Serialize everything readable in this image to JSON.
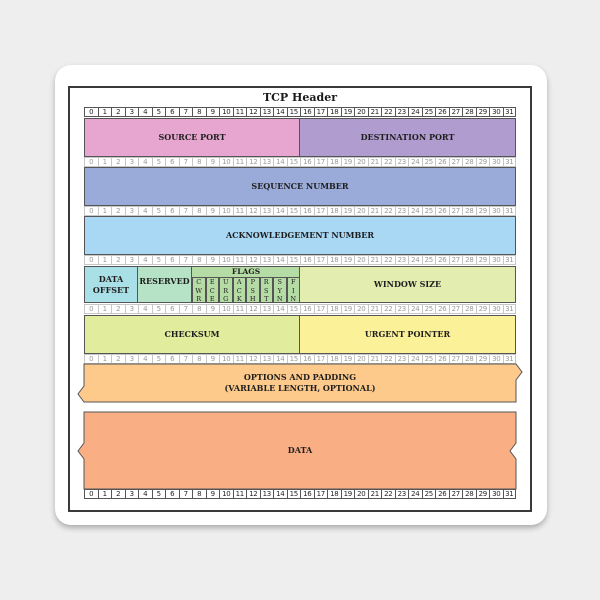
{
  "title": "TCP Header",
  "bits": [
    "0",
    "1",
    "2",
    "3",
    "4",
    "5",
    "6",
    "7",
    "8",
    "9",
    "10",
    "11",
    "12",
    "13",
    "14",
    "15",
    "16",
    "17",
    "18",
    "19",
    "20",
    "21",
    "22",
    "23",
    "24",
    "25",
    "26",
    "27",
    "28",
    "29",
    "30",
    "31"
  ],
  "fields": {
    "source_port": "SOURCE PORT",
    "destination_port": "DESTINATION PORT",
    "sequence_number": "SEQUENCE NUMBER",
    "acknowledgement_number": "ACKNOWLEDGEMENT NUMBER",
    "data_offset": [
      "DATA",
      "OFFSET"
    ],
    "reserved": "RESERVED",
    "flags": "FLAGS",
    "window_size": "WINDOW SIZE",
    "checksum": "CHECKSUM",
    "urgent_pointer": "URGENT POINTER",
    "options": [
      "OPTIONS AND PADDING",
      "(VARIABLE LENGTH, OPTIONAL)"
    ],
    "data": "DATA"
  },
  "flag_letters": [
    [
      "C",
      "W",
      "R"
    ],
    [
      "E",
      "C",
      "E"
    ],
    [
      "U",
      "R",
      "G"
    ],
    [
      "A",
      "C",
      "K"
    ],
    [
      "P",
      "S",
      "H"
    ],
    [
      "R",
      "S",
      "T"
    ],
    [
      "S",
      "Y",
      "N"
    ],
    [
      "F",
      "I",
      "N"
    ]
  ],
  "colors": {
    "source_port": "#e7a6cf",
    "destination_port": "#b09ccf",
    "sequence_number": "#9aabd9",
    "acknowledgement_number": "#a8d8f4",
    "data_offset": "#a9dfe6",
    "reserved": "#b6e2c5",
    "flags": "#b6dca6",
    "window_size": "#e3edb0",
    "checksum": "#e1ec9c",
    "urgent_pointer": "#fbf199",
    "options": "#fdca8c",
    "data": "#f9ae84"
  }
}
